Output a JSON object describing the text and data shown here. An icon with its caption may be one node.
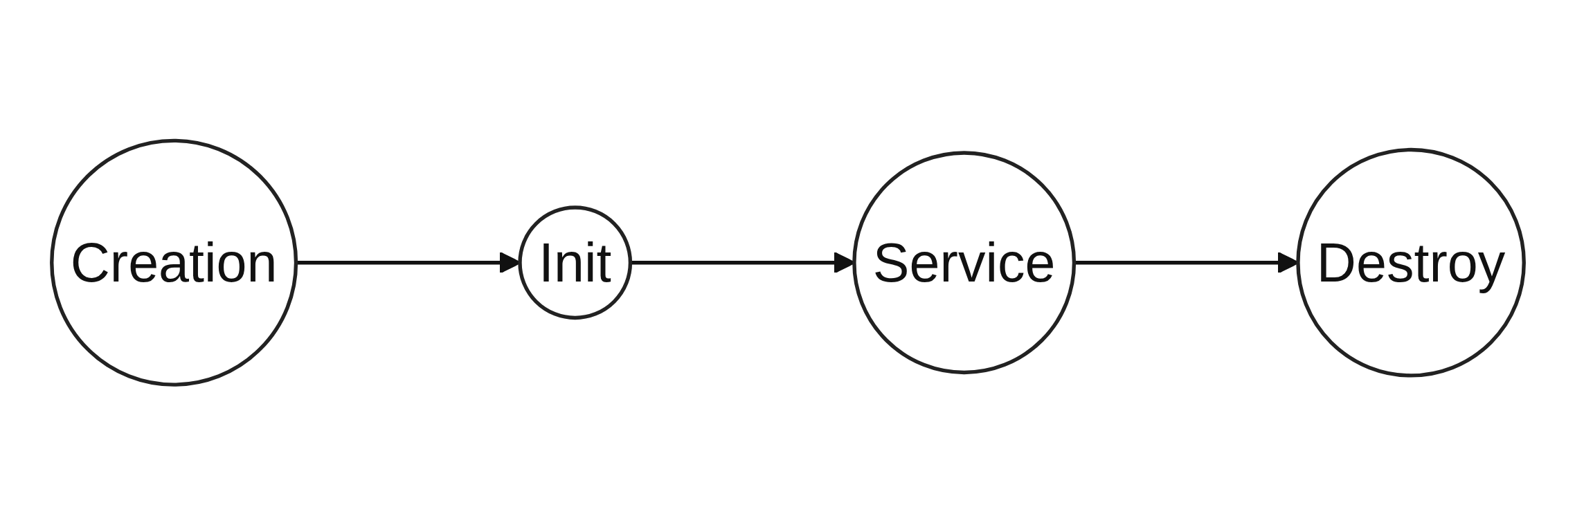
{
  "diagram": {
    "nodes": [
      {
        "text": [
          "Creation"
        ]
      },
      {
        "text": [
          "Init"
        ]
      },
      {
        "text": [
          "Service"
        ]
      },
      {
        "text": [
          "Destroy"
        ]
      }
    ],
    "edges": [
      {
        "from": 0,
        "to": 1,
        "arrow": "to"
      },
      {
        "from": 1,
        "to": 2,
        "arrow": "to"
      },
      {
        "from": 2,
        "to": 3,
        "arrow": "to"
      }
    ]
  }
}
